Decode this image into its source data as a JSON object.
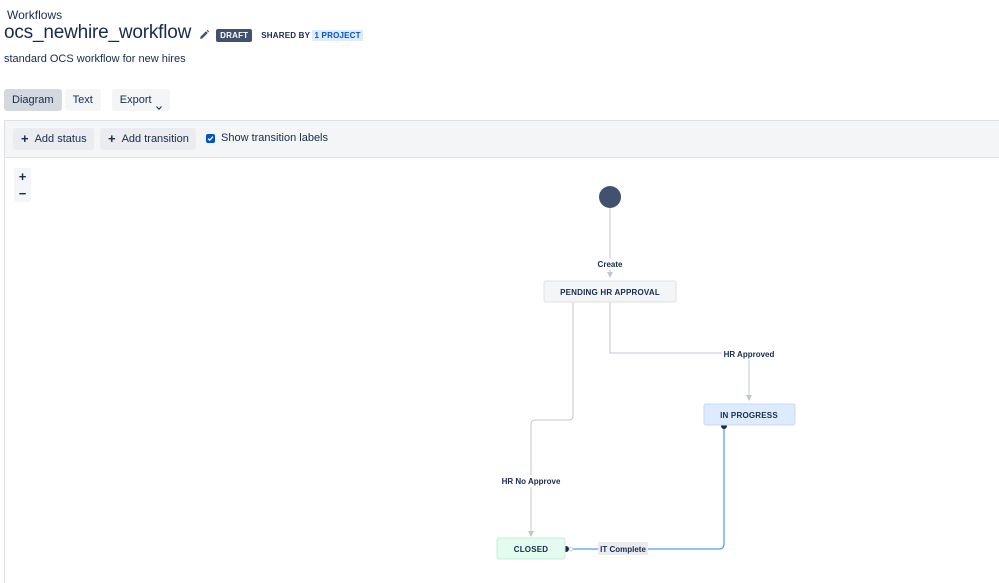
{
  "breadcrumb": "Workflows",
  "workflow": {
    "name": "ocs_newhire_workflow",
    "status_badge": "DRAFT",
    "shared_prefix": "SHARED BY",
    "shared_link": "1 PROJECT",
    "description": "standard OCS workflow for new hires"
  },
  "view_tabs": {
    "diagram": "Diagram",
    "text": "Text",
    "export": "Export"
  },
  "toolbar": {
    "add_status": "Add status",
    "add_transition": "Add transition",
    "show_labels": "Show transition labels",
    "show_labels_checked": true
  },
  "zoom": {
    "in": "+",
    "out": "−"
  },
  "diagram": {
    "statuses": {
      "pending": "PENDING HR APPROVAL",
      "in_progress": "IN PROGRESS",
      "closed": "CLOSED"
    },
    "transitions": {
      "create": "Create",
      "hr_approved": "HR Approved",
      "hr_no_approve": "HR No Approve",
      "it_complete": "IT Complete"
    },
    "colors": {
      "start": "#42526e",
      "pending_fill": "#f4f5f7",
      "in_progress_fill": "#deebff",
      "closed_fill": "#e3fcef",
      "edge": "#c1c7d0",
      "edge_active": "#4c9aff"
    }
  }
}
